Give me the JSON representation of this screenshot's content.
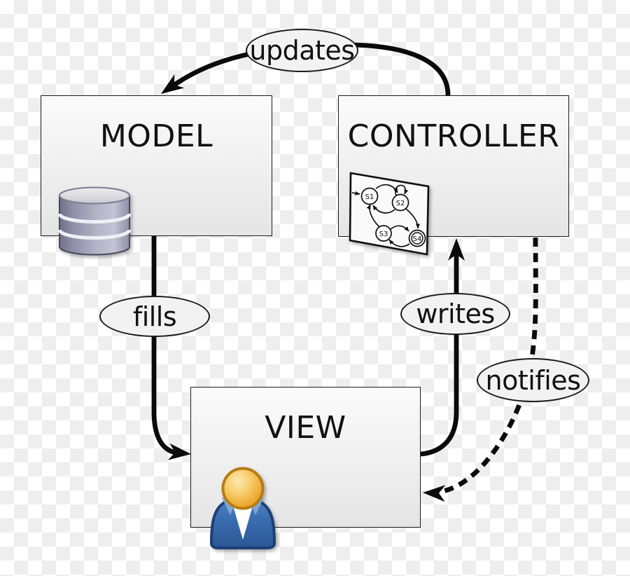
{
  "boxes": {
    "model": {
      "label": "MODEL"
    },
    "controller": {
      "label": "CONTROLLER"
    },
    "view": {
      "label": "VIEW"
    }
  },
  "edges": {
    "updates": {
      "label": "updates",
      "from": "controller",
      "to": "model",
      "line": "solid"
    },
    "fills": {
      "label": "fills",
      "from": "model",
      "to": "view",
      "line": "solid"
    },
    "writes": {
      "label": "writes",
      "from": "view",
      "to": "controller",
      "line": "solid"
    },
    "notifies": {
      "label": "notifies",
      "from": "controller",
      "to": "view",
      "line": "dashed"
    }
  },
  "icons": {
    "database": {
      "name": "database-icon"
    },
    "state_machine": {
      "name": "state-machine-icon",
      "states": [
        "S1",
        "S2",
        "S3",
        "S4"
      ]
    },
    "user": {
      "name": "user-icon"
    }
  },
  "colors": {
    "checker_light": "#ffffff",
    "checker_dark": "#eeeeee",
    "node_border": "#1a1a1a",
    "node_fill_top": "#fbfbfb",
    "node_fill_bottom": "#e5e5e5",
    "ellipse_fill": "#f2f2f2",
    "arrow": "#0a0a0a",
    "db_body": "#9a9ab6",
    "user_shirt": "#3a6cb0",
    "user_head": "#efae3a"
  }
}
